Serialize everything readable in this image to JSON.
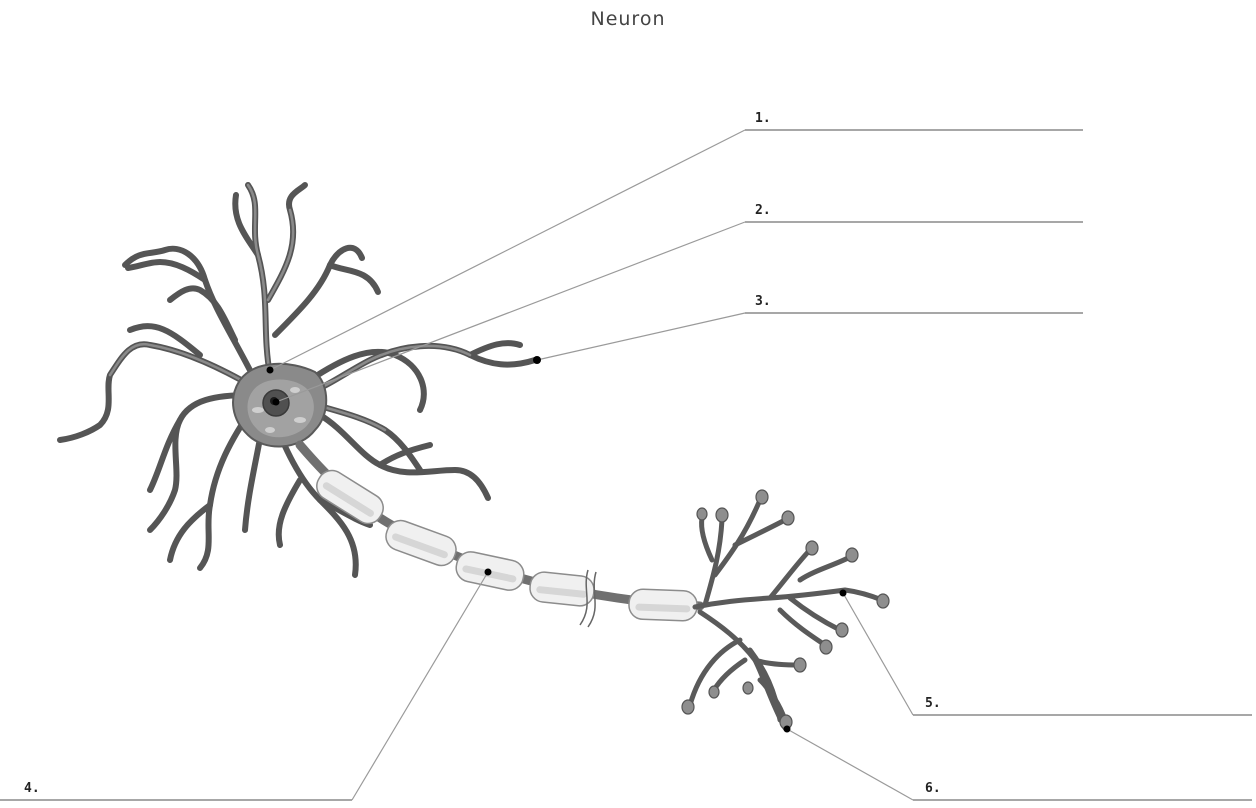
{
  "title": "Neuron",
  "labels": [
    {
      "id": "1",
      "text": "1."
    },
    {
      "id": "2",
      "text": "2."
    },
    {
      "id": "3",
      "text": "3."
    },
    {
      "id": "4",
      "text": "4."
    },
    {
      "id": "5",
      "text": "5."
    },
    {
      "id": "6",
      "text": "6."
    }
  ]
}
